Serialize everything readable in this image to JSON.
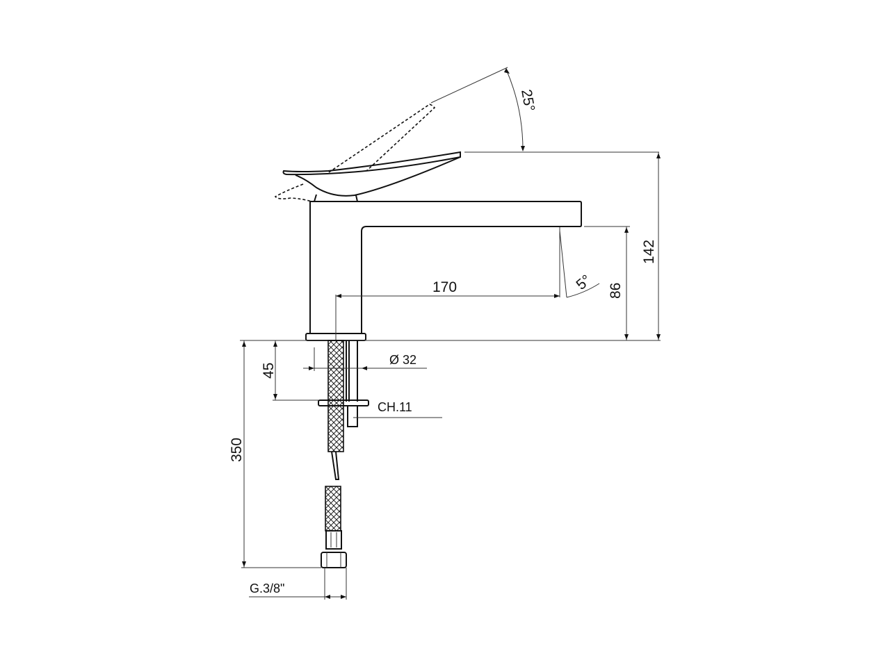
{
  "drawing": {
    "subject": "Single-lever basin mixer faucet, side elevation",
    "line_color": "#111111",
    "background": "#ffffff"
  },
  "dimensions": {
    "lever_angle": "25°",
    "spout_angle": "5°",
    "spout_reach": "170",
    "spout_height": "86",
    "total_height": "142",
    "mounting_depth": "45",
    "hole_diameter": "Ø 32",
    "nut_wrench": "CH.11",
    "hose_length": "350",
    "connection_thread": "G.3/8\""
  }
}
